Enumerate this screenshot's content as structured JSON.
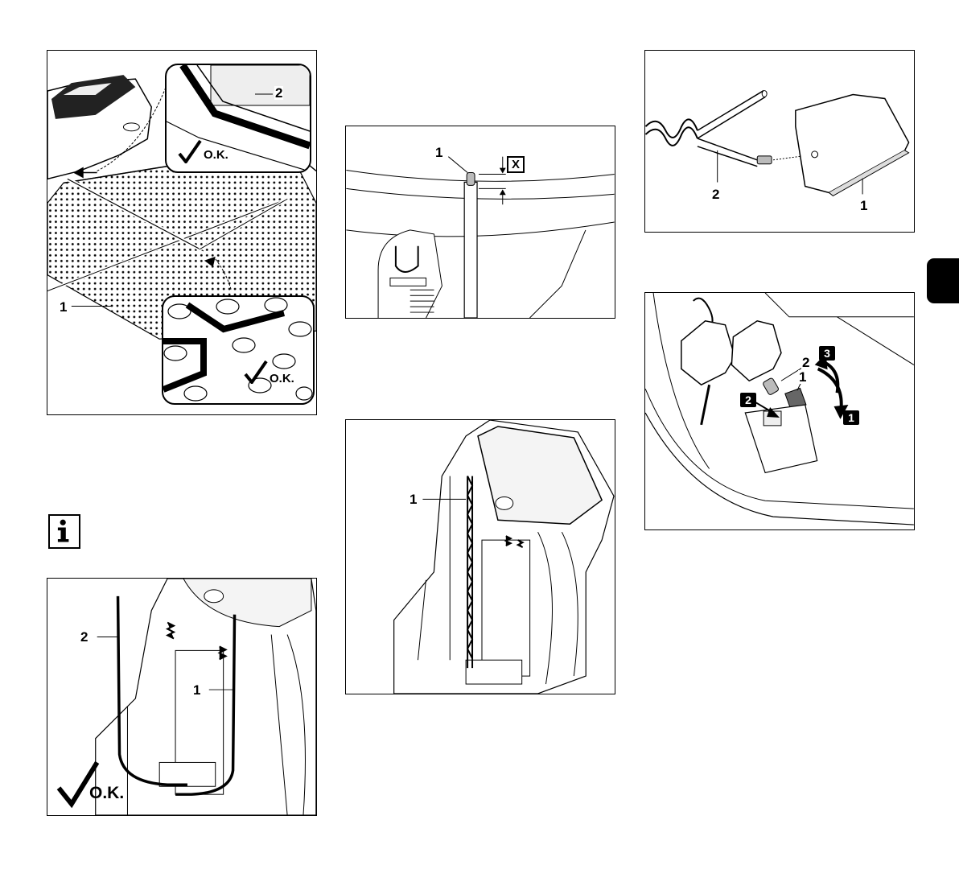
{
  "fig1": {
    "label_1": "1",
    "label_2": "2",
    "ok_1": "O.K.",
    "ok_2": "O.K."
  },
  "fig2": {
    "label_1": "1",
    "label_2": "2",
    "ok": "O.K."
  },
  "fig3": {
    "label_1": "1",
    "dimension": "X"
  },
  "fig4": {
    "label_1": "1"
  },
  "fig5": {
    "label_1": "1",
    "label_2": "2"
  },
  "fig6": {
    "label_1": "1",
    "label_2": "2",
    "step_1": "1",
    "step_2": "2",
    "step_3": "3"
  },
  "info_icon": "info-icon",
  "tab_color": "#000000"
}
